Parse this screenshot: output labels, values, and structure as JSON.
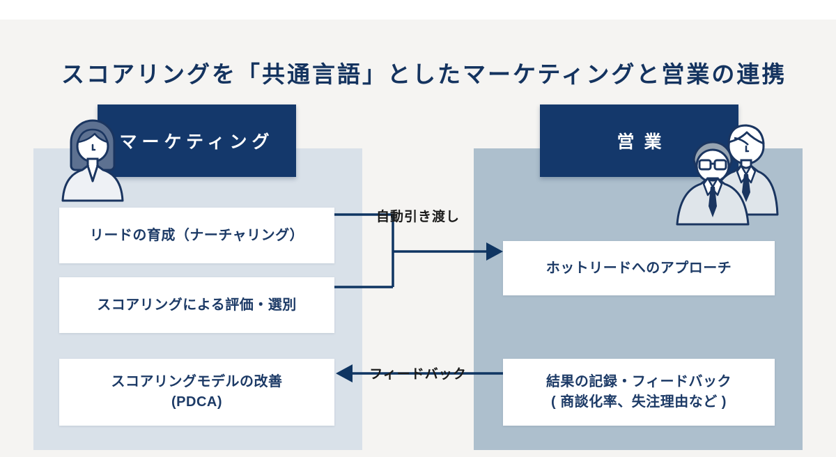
{
  "title": "スコアリングを「共通言語」としたマーケティングと営業の連携",
  "colors": {
    "navy_header": "#14386b",
    "title_text": "#14335f",
    "box_text": "#1c3a66",
    "arrow": "#0f3562",
    "flow_label_text": "#1a1a1a",
    "marketing_panel": "#d9e1e9",
    "sales_panel": "#adbfcd",
    "page_background": "#f5f4f2",
    "task_box_background": "#ffffff"
  },
  "marketing": {
    "header_label": "マーケティング",
    "box1": "リードの育成（ナーチャリング）",
    "box2": "スコアリングによる評価・選別",
    "box3_line1": "スコアリングモデルの改善",
    "box3_line2": "(PDCA)"
  },
  "sales": {
    "header_label": "営業",
    "box1": "ホットリードへのアプローチ",
    "box2_line1": "結果の記録・フィードバック",
    "box2_line2": "( 商談化率、失注理由など )"
  },
  "flows": {
    "handover_label": "自動引き渡し",
    "feedback_label": "フィードバック"
  },
  "icons": {
    "marketer": "marketer-woman-icon",
    "salesmen": "sales-men-icon"
  }
}
